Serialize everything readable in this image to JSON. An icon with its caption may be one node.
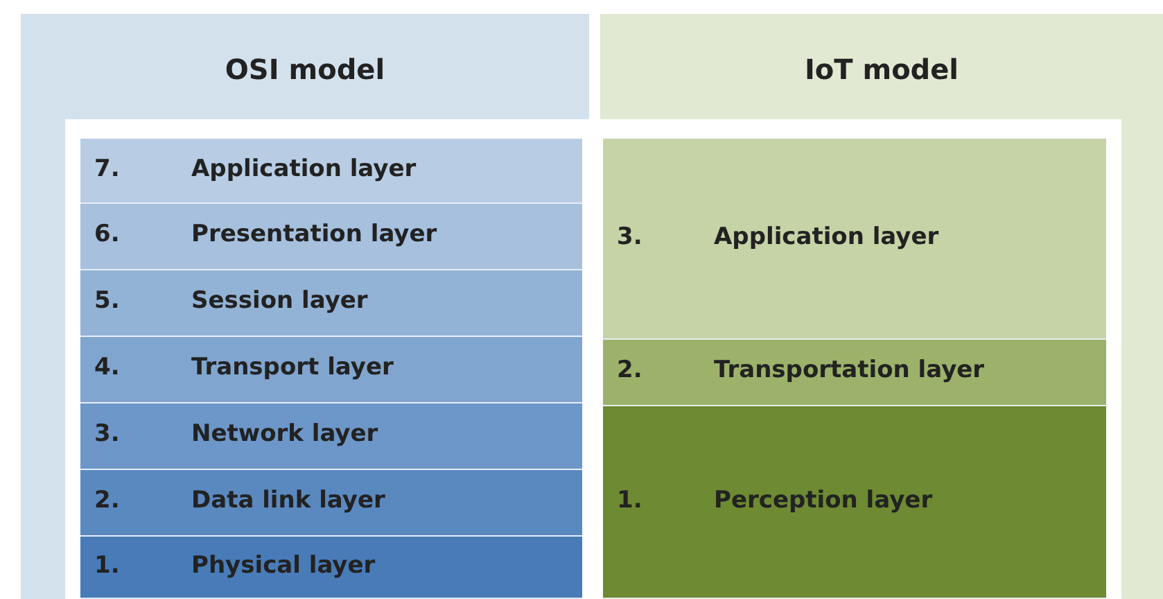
{
  "diagram": {
    "nodes": [
      {
        "text": [
          "OSI model"
        ]
      },
      {
        "text": [
          "7.",
          "Application layer"
        ],
        "in": 0
      },
      {
        "text": [
          "6.",
          "Presentation layer"
        ],
        "in": 0
      },
      {
        "text": [
          "5.",
          "Session layer"
        ],
        "in": 0
      },
      {
        "text": [
          "4.",
          "Transport layer"
        ],
        "in": 0
      },
      {
        "text": [
          "3.",
          "Network layer"
        ],
        "in": 0
      },
      {
        "text": [
          "2.",
          "Data link layer"
        ],
        "in": 0
      },
      {
        "text": [
          "1.",
          "Physical layer"
        ],
        "in": 0
      },
      {
        "text": [
          "IoT model"
        ]
      },
      {
        "text": [
          "3.",
          "Application layer"
        ],
        "in": 8
      },
      {
        "text": [
          "2.",
          "Transportation layer"
        ],
        "in": 8
      },
      {
        "text": [
          "1.",
          "Perception layer"
        ],
        "in": 8
      }
    ]
  }
}
